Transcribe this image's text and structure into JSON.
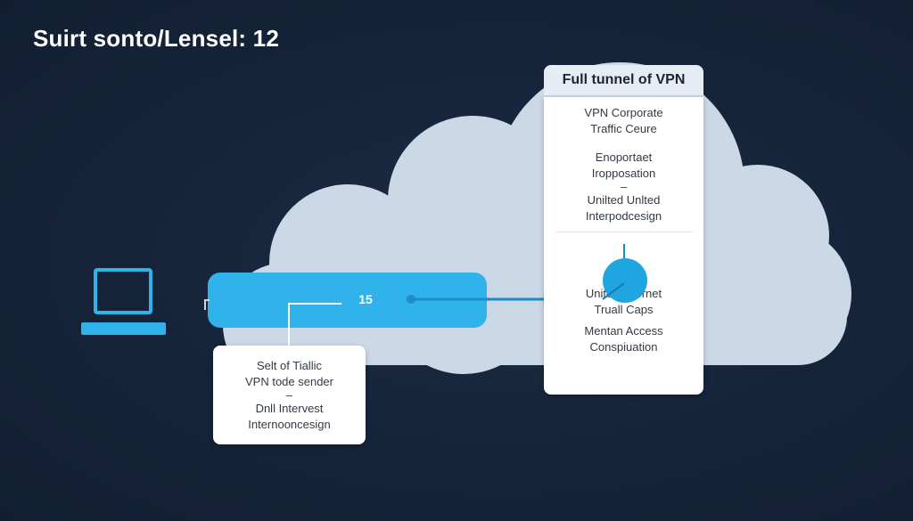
{
  "title": "Suirt sonto/Lensel: 12",
  "tunnel": {
    "label": "15"
  },
  "right_panel": {
    "header": "Full tunnel of VPN",
    "section1": [
      "VPN Corporate",
      "Traffic Ceure"
    ],
    "section2": [
      "Enoportaet",
      "Iropposation",
      "–",
      "Unilted Unlted",
      "Interpodcesign"
    ],
    "section3": [
      "United Internet",
      "Truall Caps"
    ],
    "section4": [
      "Mentan Access",
      "Conspiuation"
    ]
  },
  "left_panel": {
    "lines": [
      "Selt of Tiallic",
      "VPN tode sender",
      "–",
      "Dnll Intervest",
      "Internooncesign"
    ]
  },
  "colors": {
    "background": "#152338",
    "cloud": "#cbd8e6",
    "tunnel": "#2fb3ea",
    "node": "#1fa6e0",
    "laptop": "#2fb3ea"
  },
  "icons": {
    "device": "laptop-icon",
    "endpoint": "vpn-node-icon"
  }
}
